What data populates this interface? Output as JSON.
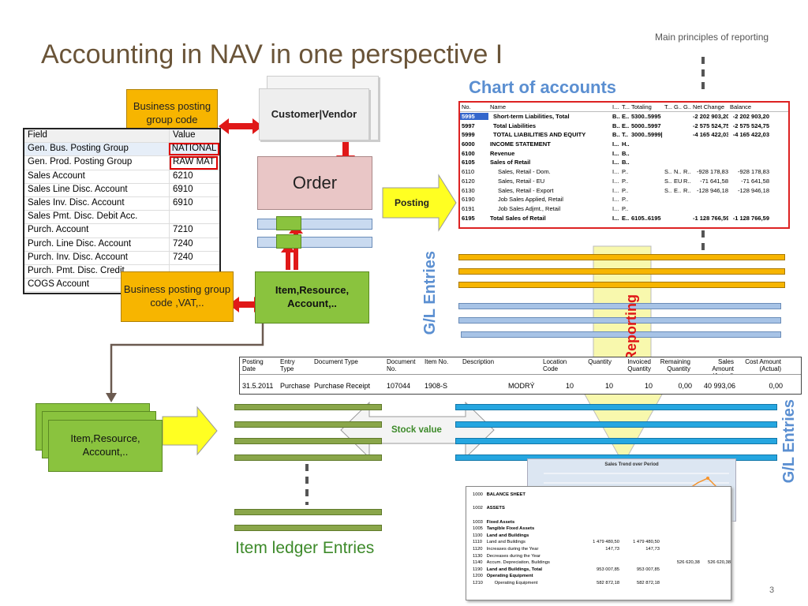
{
  "header": {
    "right_note": "Main principles of reporting",
    "title": "Accounting in NAV in one perspective I",
    "page_number": "3"
  },
  "boxes": {
    "bus_posting_group_code": "Business posting group code",
    "customer_vendor": "Customer|Vendor",
    "order": "Order",
    "posting": "Posting",
    "bus_posting_group_vat": "Business posting group code ,VAT,..",
    "item_resource_account": "Item,Resource, Account,..",
    "item_resource_account_stack": "Item,Resource, Account,.."
  },
  "field_table": {
    "header_field": "Field",
    "header_value": "Value",
    "rows": [
      {
        "field": "Gen. Bus. Posting Group",
        "value": "NATIONAL"
      },
      {
        "field": "Gen. Prod. Posting Group",
        "value": "RAW MAT"
      },
      {
        "field": "Sales Account",
        "value": "6210"
      },
      {
        "field": "Sales Line Disc. Account",
        "value": "6910"
      },
      {
        "field": "Sales Inv. Disc. Account",
        "value": "6910"
      },
      {
        "field": "Sales Pmt. Disc. Debit Acc.",
        "value": ""
      },
      {
        "field": "Purch. Account",
        "value": "7210"
      },
      {
        "field": "Purch. Line Disc. Account",
        "value": "7240"
      },
      {
        "field": "Purch. Inv. Disc. Account",
        "value": "7240"
      },
      {
        "field": "Purch. Pmt. Disc. Credit",
        "value": ""
      },
      {
        "field": "COGS Account",
        "value": ""
      }
    ]
  },
  "chart_of_accounts": {
    "title": "Chart of accounts",
    "columns": [
      "No.",
      "Name",
      "I...",
      "T...",
      "Totaling",
      "T...",
      "G...",
      "G...",
      "Net Change",
      "Balance"
    ],
    "rows": [
      {
        "no": "5995",
        "name": "Short-term Liabilities, Total",
        "i": "B..",
        "t": "E..",
        "tot": "5300..5995",
        "a": "",
        "b": "",
        "c": "",
        "net": "-2 202 903,20",
        "bal": "-2 202 903,20",
        "bold": true
      },
      {
        "no": "5997",
        "name": "Total Liabilities",
        "i": "B..",
        "t": "E..",
        "tot": "5000..5997",
        "a": "",
        "b": "",
        "c": "",
        "net": "-2 575 524,75",
        "bal": "-2 575 524,75",
        "bold": true
      },
      {
        "no": "5999",
        "name": "TOTAL LIABILITIES AND EQUITY",
        "i": "B..",
        "t": "T..",
        "tot": "3000..5999|...",
        "a": "",
        "b": "",
        "c": "",
        "net": "-4 165 422,03",
        "bal": "-4 165 422,03",
        "bold": true
      },
      {
        "no": "6000",
        "name": "INCOME STATEMENT",
        "i": "I...",
        "t": "H..",
        "tot": "",
        "a": "",
        "b": "",
        "c": "",
        "net": "",
        "bal": "",
        "bold": true
      },
      {
        "no": "6100",
        "name": "Revenue",
        "i": "I...",
        "t": "B..",
        "tot": "",
        "a": "",
        "b": "",
        "c": "",
        "net": "",
        "bal": "",
        "bold": true
      },
      {
        "no": "6105",
        "name": "Sales of Retail",
        "i": "I...",
        "t": "B..",
        "tot": "",
        "a": "",
        "b": "",
        "c": "",
        "net": "",
        "bal": "",
        "bold": true
      },
      {
        "no": "6110",
        "name": "Sales, Retail - Dom.",
        "i": "I...",
        "t": "P..",
        "tot": "",
        "a": "S..",
        "b": "N..",
        "c": "R..",
        "net": "-928 178,83",
        "bal": "-928 178,83",
        "bold": false
      },
      {
        "no": "6120",
        "name": "Sales, Retail - EU",
        "i": "I...",
        "t": "P..",
        "tot": "",
        "a": "S..",
        "b": "EU",
        "c": "R..",
        "net": "-71 641,58",
        "bal": "-71 641,58",
        "bold": false
      },
      {
        "no": "6130",
        "name": "Sales, Retail - Export",
        "i": "I...",
        "t": "P..",
        "tot": "",
        "a": "S..",
        "b": "E..",
        "c": "R..",
        "net": "-128 946,18",
        "bal": "-128 946,18",
        "bold": false
      },
      {
        "no": "6190",
        "name": "Job Sales Applied, Retail",
        "i": "I...",
        "t": "P..",
        "tot": "",
        "a": "",
        "b": "",
        "c": "",
        "net": "",
        "bal": "",
        "bold": false
      },
      {
        "no": "6191",
        "name": "Job Sales Adjmt., Retail",
        "i": "I...",
        "t": "P..",
        "tot": "",
        "a": "",
        "b": "",
        "c": "",
        "net": "",
        "bal": "",
        "bold": false
      },
      {
        "no": "6195",
        "name": "Total Sales of Retail",
        "i": "I...",
        "t": "E..",
        "tot": "6105..6195",
        "a": "",
        "b": "",
        "c": "",
        "net": "-1 128 766,59",
        "bal": "-1 128 766,59",
        "bold": true
      }
    ]
  },
  "labels": {
    "gl_entries_left": "G/L Entries",
    "gl_entries_right": "G/L Entries",
    "reporting": "Reporting",
    "stock_value": "Stock value",
    "item_ledger_entries": "Item ledger Entries"
  },
  "ledger": {
    "headers": [
      "Posting Date",
      "Entry Type",
      "Document Type",
      "Document No.",
      "Item No.",
      "Description",
      "Location Code",
      "Quantity",
      "Invoiced Quantity",
      "Remaining Quantity",
      "Sales Amount (Actual)",
      "Cost Amount (Actual)"
    ],
    "row": [
      "31.5.2011",
      "Purchase",
      "Purchase Receipt",
      "107044",
      "1908-S",
      "",
      "MODRÝ",
      "10",
      "10",
      "10",
      "0,00",
      "40 993,06",
      "0,00"
    ]
  },
  "sales_trend": {
    "title": "Sales Trend over Period"
  },
  "balance_sheet": {
    "rows": [
      {
        "no": "1000",
        "name": "BALANCE SHEET",
        "v1": "",
        "v2": "",
        "v3": "",
        "v4": ""
      },
      {
        "no": "",
        "name": "",
        "v1": "",
        "v2": "",
        "v3": "",
        "v4": ""
      },
      {
        "no": "1002",
        "name": "ASSETS",
        "v1": "",
        "v2": "",
        "v3": "",
        "v4": ""
      },
      {
        "no": "",
        "name": "",
        "v1": "",
        "v2": "",
        "v3": "",
        "v4": ""
      },
      {
        "no": "1003",
        "name": "Fixed Assets",
        "v1": "",
        "v2": "",
        "v3": "",
        "v4": ""
      },
      {
        "no": "1005",
        "name": "Tangible Fixed Assets",
        "v1": "",
        "v2": "",
        "v3": "",
        "v4": ""
      },
      {
        "no": "1100",
        "name": "Land and Buildings",
        "v1": "",
        "v2": "",
        "v3": "",
        "v4": ""
      },
      {
        "no": "1110",
        "name": "Land and Buildings",
        "v1": "1 479 480,50",
        "v2": "1 479 480,50",
        "v3": "",
        "v4": ""
      },
      {
        "no": "1120",
        "name": "Increases during the Year",
        "v1": "147,73",
        "v2": "147,73",
        "v3": "",
        "v4": ""
      },
      {
        "no": "1130",
        "name": "Decreases during the Year",
        "v1": "",
        "v2": "",
        "v3": "",
        "v4": ""
      },
      {
        "no": "1140",
        "name": "Accum. Depreciation, Buildings",
        "v1": "",
        "v2": "",
        "v3": "526 620,38",
        "v4": "526 620,38"
      },
      {
        "no": "1190",
        "name": "Land and Buildings, Total",
        "v1": "953 007,85",
        "v2": "953 007,85",
        "v3": "",
        "v4": ""
      },
      {
        "no": "1200",
        "name": "Operating Equipment",
        "v1": "",
        "v2": "",
        "v3": "",
        "v4": ""
      },
      {
        "no": "1210",
        "name": "Operating Equipment",
        "v1": "582 872,18",
        "v2": "582 872,18",
        "v3": "",
        "v4": ""
      }
    ]
  },
  "colors": {
    "accent_blue": "#5b8fd1",
    "gl_orange": "#f7b500",
    "stock_green": "#8aa64a",
    "arrow_red": "#e01818",
    "title_brown": "#6a5438"
  }
}
